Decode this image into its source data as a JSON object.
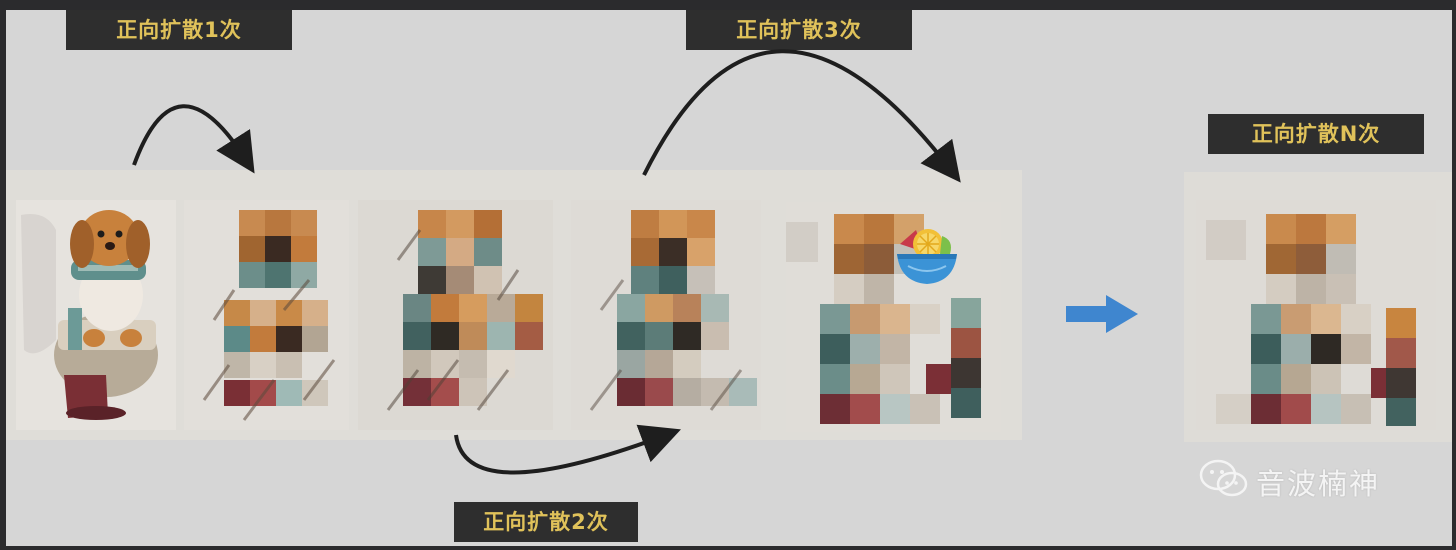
{
  "labels": {
    "step1": "正向扩散1次",
    "step2": "正向扩散2次",
    "step3": "正向扩散3次",
    "stepN": "正向扩散N次"
  },
  "watermark": {
    "icon": "wechat-icon",
    "text": "音波楠神"
  },
  "colors": {
    "label_bg": "#2e2e2e",
    "label_text": "#e0c25a",
    "arrow_blue": "#3f86cf",
    "curve_arrow": "#1e1e1e"
  },
  "stages": [
    {
      "name": "original-dog-image",
      "noise_level": 0
    },
    {
      "name": "diffusion-step-1-image",
      "noise_level": 1
    },
    {
      "name": "diffusion-step-2-image",
      "noise_level": 2
    },
    {
      "name": "diffusion-step-3-image",
      "noise_level": 3
    },
    {
      "name": "diffusion-step-4-image",
      "noise_level": 4
    },
    {
      "name": "diffusion-step-n-image",
      "noise_level": 5
    }
  ]
}
